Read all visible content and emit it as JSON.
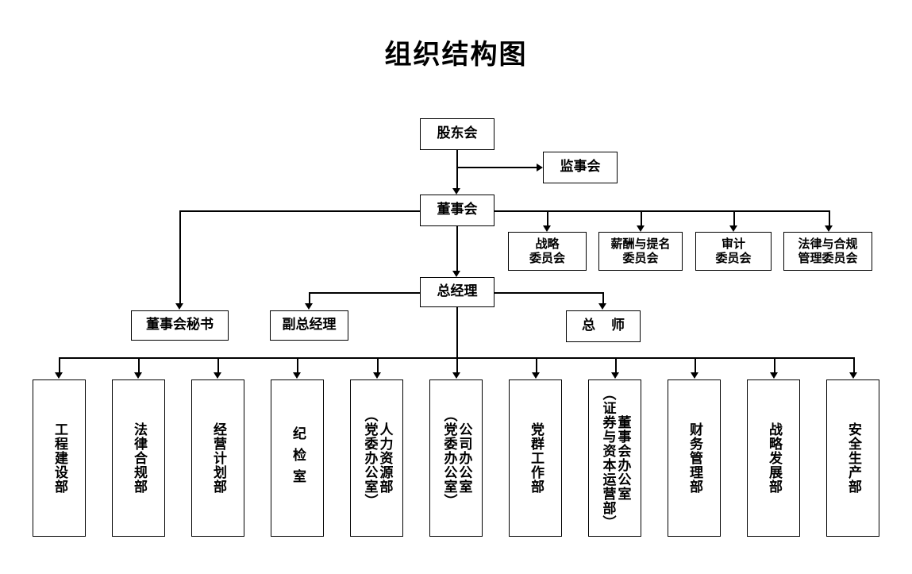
{
  "document": {
    "title": "组织结构图"
  },
  "chart_data": {
    "type": "diagram",
    "diagram_kind": "organization-chart",
    "title": "组织结构图",
    "orientation": "top-down",
    "nodes": [
      {
        "id": "shareholders",
        "label": "股东会",
        "level": 0
      },
      {
        "id": "supervisors",
        "label": "监事会",
        "level": 1
      },
      {
        "id": "board",
        "label": "董事会",
        "level": 1
      },
      {
        "id": "committee-strategy",
        "label_line1": "战略",
        "label_line2": "委员会",
        "level": 2
      },
      {
        "id": "committee-compensation",
        "label_line1": "薪酬与提名",
        "label_line2": "委员会",
        "level": 2
      },
      {
        "id": "committee-audit",
        "label_line1": "审计",
        "label_line2": "委员会",
        "level": 2
      },
      {
        "id": "committee-legal",
        "label_line1": "法律与合规",
        "label_line2": "管理委员会",
        "level": 2
      },
      {
        "id": "board-secretary",
        "label": "董事会秘书",
        "level": 3
      },
      {
        "id": "deputy-gm",
        "label": "副总经理",
        "level": 3
      },
      {
        "id": "general-manager",
        "label": "总经理",
        "level": 3
      },
      {
        "id": "chief-engineer",
        "label": "总 师",
        "level": 3
      }
    ],
    "edges": [
      {
        "from": "shareholders",
        "to": "supervisors",
        "style": "elbow-right-arrow"
      },
      {
        "from": "shareholders",
        "to": "board",
        "style": "straight-down-arrow"
      },
      {
        "from": "board",
        "to": "committee-strategy",
        "style": "bus-down-arrow"
      },
      {
        "from": "board",
        "to": "committee-compensation",
        "style": "bus-down-arrow"
      },
      {
        "from": "board",
        "to": "committee-audit",
        "style": "bus-down-arrow"
      },
      {
        "from": "board",
        "to": "committee-legal",
        "style": "bus-down-arrow"
      },
      {
        "from": "board",
        "to": "board-secretary",
        "style": "elbow-left-down-arrow"
      },
      {
        "from": "board",
        "to": "general-manager",
        "style": "straight-down-arrow"
      },
      {
        "from": "general-manager",
        "to": "deputy-gm",
        "style": "elbow-left-down-arrow"
      },
      {
        "from": "general-manager",
        "to": "chief-engineer",
        "style": "elbow-right-down-arrow"
      },
      {
        "from": "general-manager",
        "to": "departments-bus",
        "style": "straight-down-bus"
      }
    ]
  },
  "top": {
    "shareholders": "股东会",
    "supervisors": "监事会",
    "board": "董事会"
  },
  "committees": [
    {
      "line1": "战略",
      "line2": "委员会"
    },
    {
      "line1": "薪酬与提名",
      "line2": "委员会"
    },
    {
      "line1": "审计",
      "line2": "委员会"
    },
    {
      "line1": "法律与合规",
      "line2": "管理委员会"
    }
  ],
  "management": {
    "board_secretary": "董事会秘书",
    "deputy_general_manager": "副总经理",
    "general_manager": "总经理",
    "chief_engineer": "总 师"
  },
  "departments": [
    {
      "main": "工程建设部",
      "sub": ""
    },
    {
      "main": "法律合规部",
      "sub": ""
    },
    {
      "main": "经营计划部",
      "sub": ""
    },
    {
      "main": "纪检室",
      "sub": ""
    },
    {
      "main": "人力资源部",
      "sub": "（党委办公室）"
    },
    {
      "main": "公司办公室",
      "sub": "（党委办公室）"
    },
    {
      "main": "党群工作部",
      "sub": ""
    },
    {
      "main": "董事会办公室",
      "sub": "（证券与资本运营部）"
    },
    {
      "main": "财务管理部",
      "sub": ""
    },
    {
      "main": "战略发展部",
      "sub": ""
    },
    {
      "main": "安全生产部",
      "sub": ""
    }
  ],
  "colors": {
    "background": "#ffffff",
    "line": "#000000",
    "text": "#000000"
  }
}
